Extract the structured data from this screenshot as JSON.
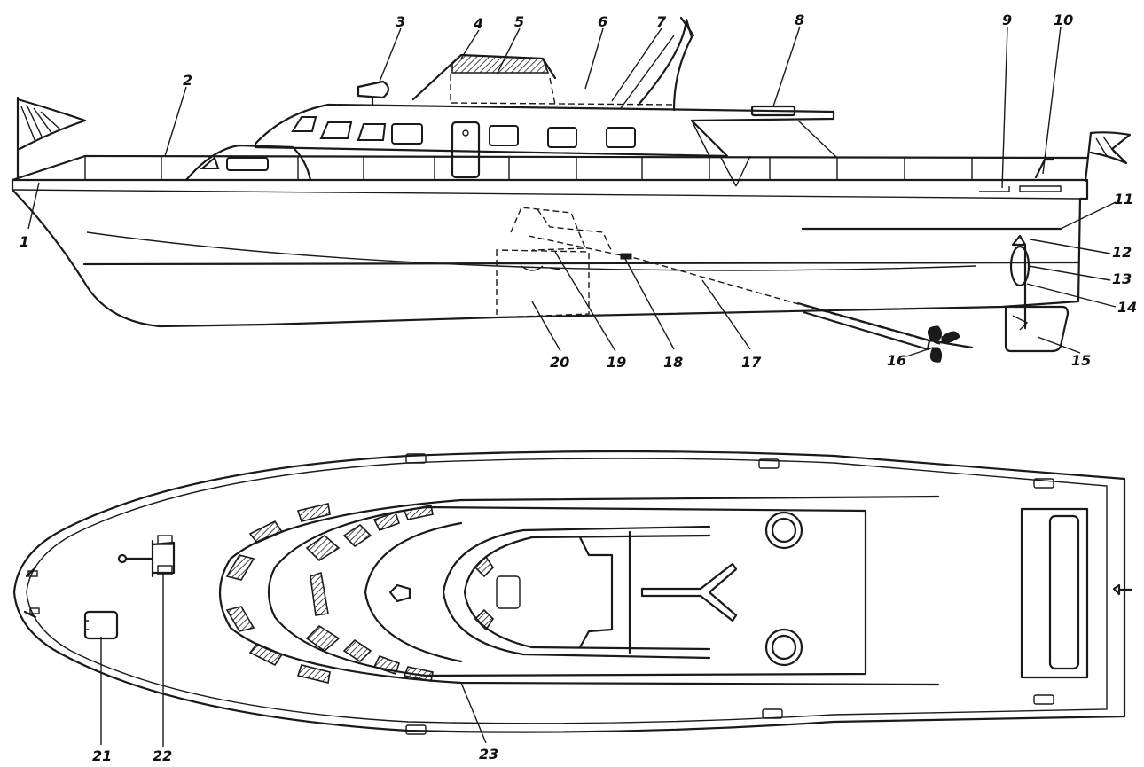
{
  "callouts": [
    "1",
    "2",
    "3",
    "4",
    "5",
    "6",
    "7",
    "8",
    "9",
    "10",
    "11",
    "12",
    "13",
    "14",
    "15",
    "16",
    "17",
    "18",
    "19",
    "20",
    "21",
    "22",
    "23"
  ],
  "colors": {
    "ink": "#1a1a1a",
    "paper": "#ffffff"
  },
  "views": [
    "side-elevation",
    "top-plan"
  ]
}
